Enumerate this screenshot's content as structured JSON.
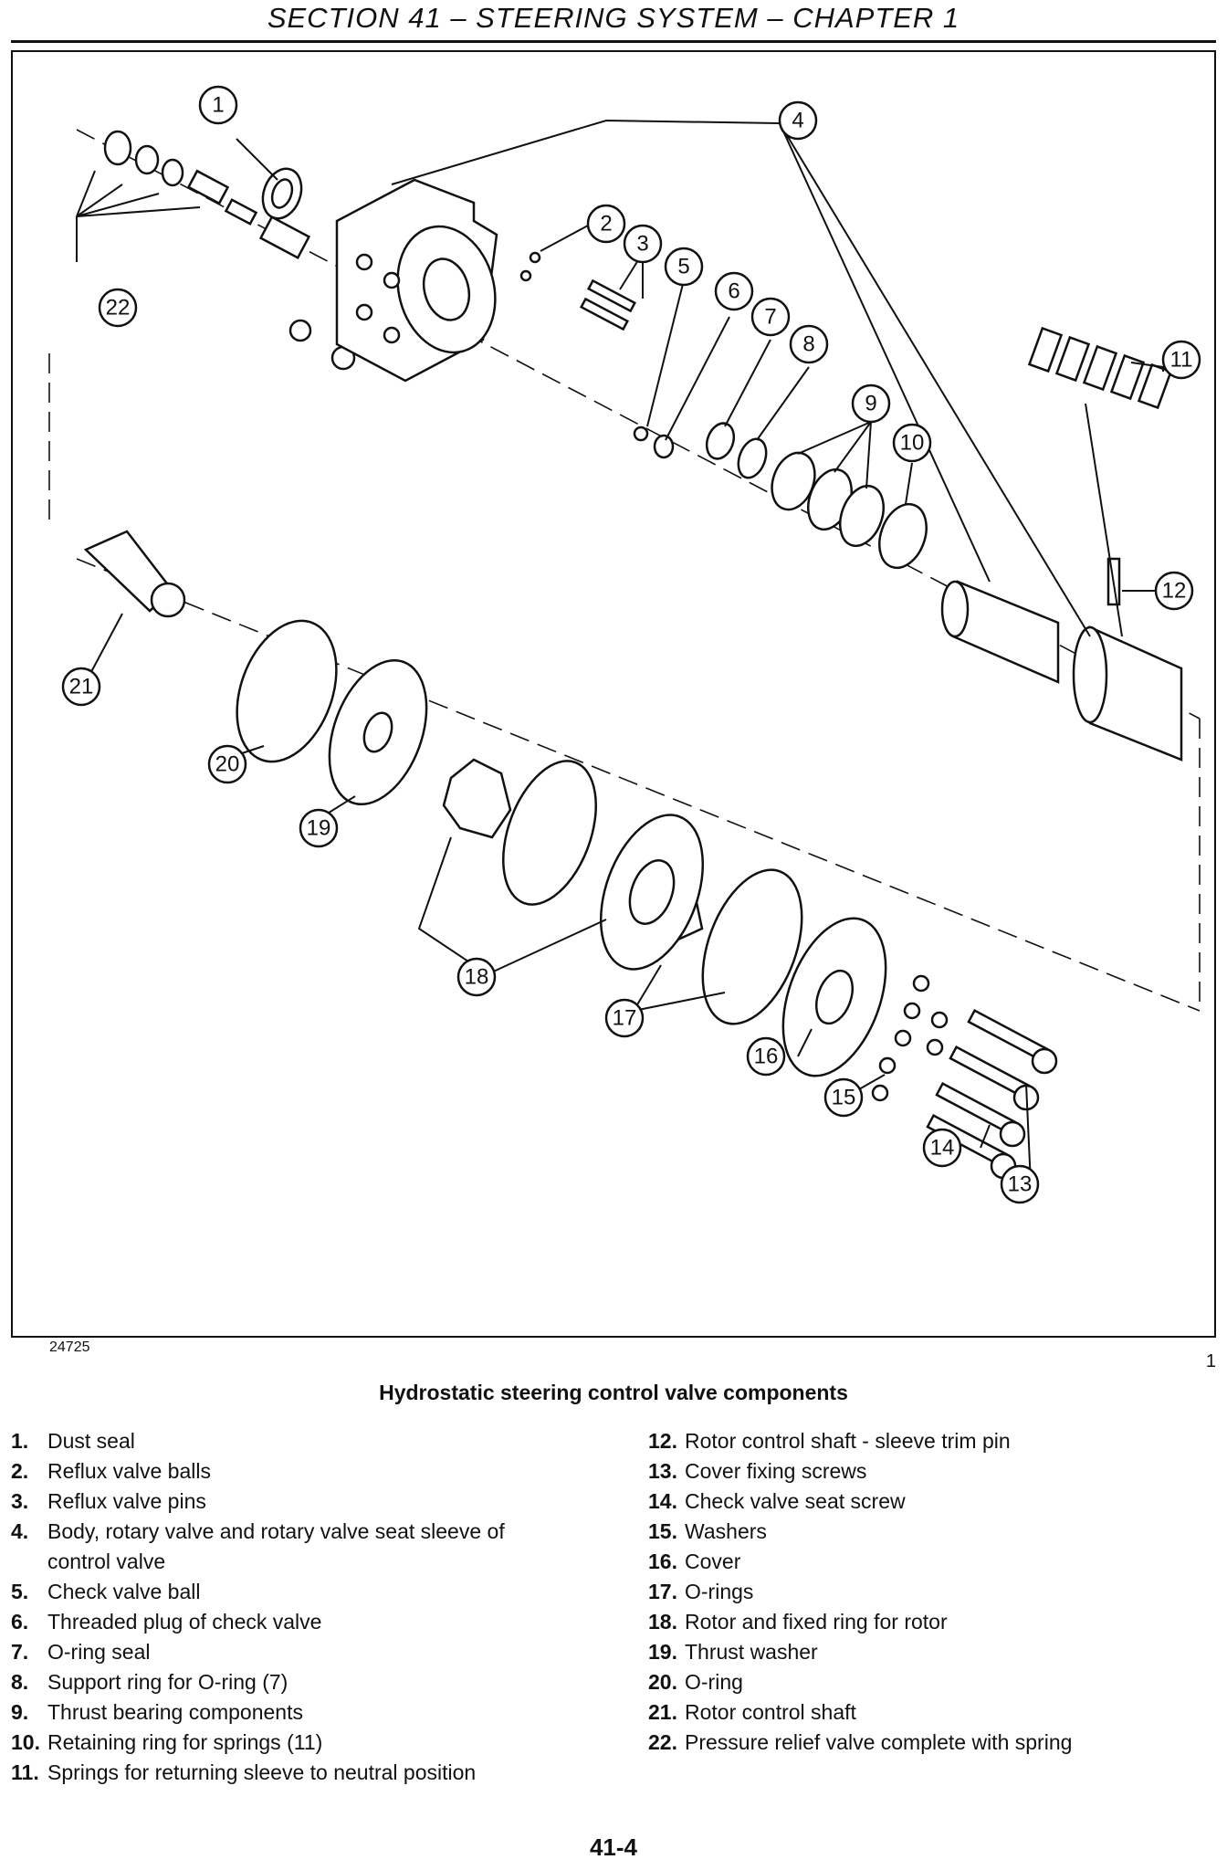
{
  "header": {
    "title": "SECTION 41 – STEERING SYSTEM – CHAPTER 1"
  },
  "figure": {
    "id": "24725",
    "number": "1",
    "caption": "Hydrostatic steering control valve components",
    "callouts": [
      "1",
      "2",
      "3",
      "4",
      "5",
      "6",
      "7",
      "8",
      "9",
      "10",
      "11",
      "12",
      "13",
      "14",
      "15",
      "16",
      "17",
      "18",
      "19",
      "20",
      "21",
      "22"
    ]
  },
  "legend": {
    "left": [
      {
        "num": "1.",
        "text": "Dust seal"
      },
      {
        "num": "2.",
        "text": "Reflux valve balls"
      },
      {
        "num": "3.",
        "text": "Reflux valve pins"
      },
      {
        "num": "4.",
        "text": "Body, rotary valve and rotary valve seat sleeve of control valve"
      },
      {
        "num": "5.",
        "text": "Check valve ball"
      },
      {
        "num": "6.",
        "text": "Threaded plug of check valve"
      },
      {
        "num": "7.",
        "text": "O-ring seal"
      },
      {
        "num": "8.",
        "text": "Support ring for O-ring (7)"
      },
      {
        "num": "9.",
        "text": "Thrust bearing components"
      },
      {
        "num": "10.",
        "text": "Retaining ring for springs (11)"
      },
      {
        "num": "11.",
        "text": "Springs for returning sleeve to neutral position"
      }
    ],
    "right": [
      {
        "num": "12.",
        "text": "Rotor control shaft - sleeve trim pin"
      },
      {
        "num": "13.",
        "text": "Cover fixing screws"
      },
      {
        "num": "14.",
        "text": "Check valve seat screw"
      },
      {
        "num": "15.",
        "text": "Washers"
      },
      {
        "num": "16.",
        "text": "Cover"
      },
      {
        "num": "17.",
        "text": "O-rings"
      },
      {
        "num": "18.",
        "text": "Rotor and fixed ring for rotor"
      },
      {
        "num": "19.",
        "text": "Thrust washer"
      },
      {
        "num": "20.",
        "text": "O-ring"
      },
      {
        "num": "21.",
        "text": "Rotor control shaft"
      },
      {
        "num": "22.",
        "text": "Pressure relief valve complete with spring"
      }
    ]
  },
  "footer": {
    "page": "41-4"
  }
}
